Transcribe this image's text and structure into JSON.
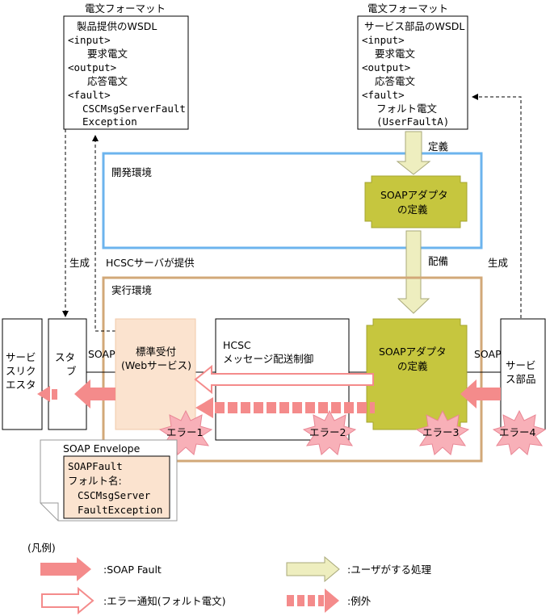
{
  "wsdl_left": {
    "heading": "電文フォーマット",
    "lines": [
      "製品提供のWSDL",
      "<input>",
      "要求電文",
      "<output>",
      "応答電文",
      "<fault>",
      "CSCMsgServerFault",
      "Exception"
    ]
  },
  "wsdl_right": {
    "heading": "電文フォーマット",
    "lines": [
      "サービス部品のWSDL",
      "<input>",
      "要求電文",
      "<output>",
      "応答電文",
      "<fault>",
      "フォルト電文",
      "(UserFaultA)"
    ]
  },
  "labels": {
    "define": "定義",
    "deploy": "配備",
    "generate_left": "生成",
    "generate_right": "生成",
    "hcsc_provides": "HCSCサーバが提供",
    "dev_env": "開発環境",
    "exec_env": "実行環境",
    "soap_left": "SOAP",
    "soap_right": "SOAP"
  },
  "boxes": {
    "adapter_dev": [
      "SOAPアダプタ",
      "の定義"
    ],
    "adapter_exec": [
      "SOAPアダプタ",
      "の定義"
    ],
    "standard_recv": [
      "標準受付",
      "(Webサービス)"
    ],
    "hcsc_msg": [
      "HCSC",
      "メッセージ配送制御"
    ],
    "service_requester": [
      "サービ",
      "スリク",
      "エスタ"
    ],
    "stub": [
      "スタ",
      "ブ"
    ],
    "service_part": [
      "サービ",
      "ス部品"
    ]
  },
  "errors": [
    "エラー1",
    "エラー2",
    "エラー3",
    "エラー4"
  ],
  "envelope": {
    "title": "SOAP Envelope",
    "lines": [
      "SOAPFault",
      "フォルト名:",
      "CSCMsgServer",
      "FaultException"
    ]
  },
  "legend": {
    "title": "(凡例)",
    "soap_fault": ":SOAP Fault",
    "user_process": ":ユーザがする処理",
    "error_notice": ":エラー通知(フォルト電文)",
    "exception": ":例外"
  },
  "colors": {
    "fault_arrow": "#f48b8b",
    "user_arrow": "#eeeebf",
    "adapter_fill": "#c6c63e",
    "recv_fill": "#fbe3cf",
    "dev_border": "#6cb4ee",
    "exec_border": "#d2a878",
    "star_fill": "#f8b0b8"
  }
}
